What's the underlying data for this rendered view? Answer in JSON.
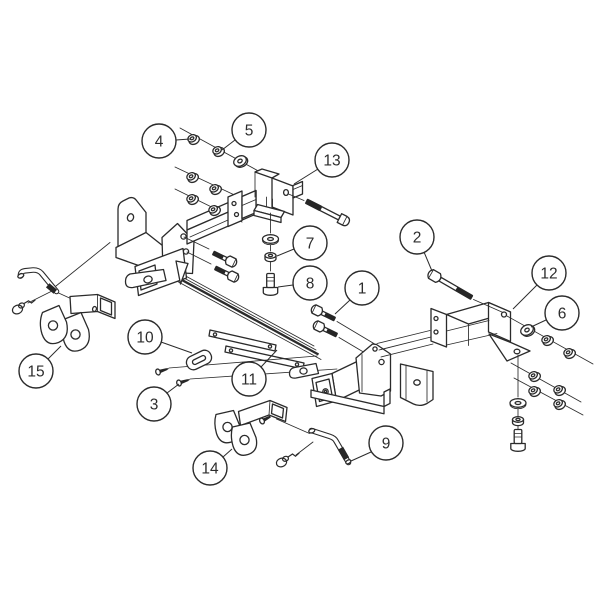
{
  "figure": {
    "kind": "exploded-parts-diagram",
    "background": "#ffffff",
    "line_color": "#2b2b2b",
    "callouts": [
      {
        "number": "1",
        "part": "hex-bolt-pair"
      },
      {
        "number": "2",
        "part": "long-hex-bolt"
      },
      {
        "number": "3",
        "part": "self-tapping-screws"
      },
      {
        "number": "4",
        "part": "flange-nut"
      },
      {
        "number": "5",
        "part": "flange-nut-and-washer"
      },
      {
        "number": "6",
        "part": "flat-washer"
      },
      {
        "number": "7",
        "part": "flange-nut"
      },
      {
        "number": "8",
        "part": "carriage-bolt"
      },
      {
        "number": "9",
        "part": "hitch-pin-with-clip"
      },
      {
        "number": "10",
        "part": "spacer-plate"
      },
      {
        "number": "11",
        "part": "support-brace-bar"
      },
      {
        "number": "12",
        "part": "right-frame-bracket"
      },
      {
        "number": "13",
        "part": "left-rail-bracket"
      },
      {
        "number": "14",
        "part": "receiver-tube-assembly"
      },
      {
        "number": "15",
        "part": "drawbar-assembly"
      }
    ]
  }
}
